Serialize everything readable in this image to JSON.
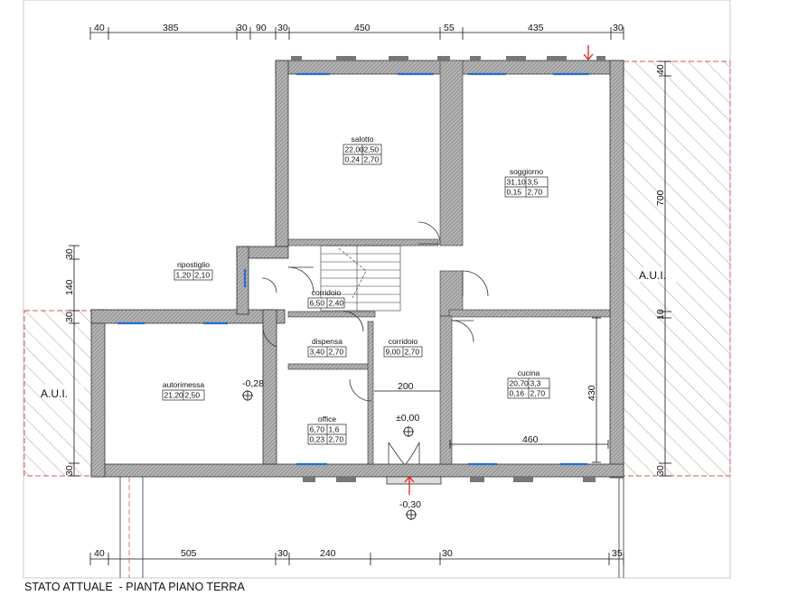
{
  "caption": "STATO ATTUALE  - PIANTA PIANO TERRA",
  "top_dimensions": [
    "40",
    "385",
    "30",
    "90",
    "30",
    "450",
    "55",
    "435",
    "30"
  ],
  "bottom_dimensions": [
    "40",
    "505",
    "30",
    "240",
    "30",
    "35"
  ],
  "left_dimensions": [
    "30",
    "140",
    "30",
    "30"
  ],
  "right_dimensions": [
    "40",
    "700",
    "10",
    "30"
  ],
  "interior_dimensions": {
    "corridor_width": "200",
    "kitchen_width": "460",
    "kitchen_depth": "430"
  },
  "rooms": [
    {
      "name": "salotto",
      "cells": [
        "22,00",
        "2,50",
        "0,24",
        "2,70"
      ]
    },
    {
      "name": "soggiorno",
      "cells": [
        "31,10",
        "3,5",
        "0,15",
        "2,70"
      ]
    },
    {
      "name": "ripostiglio",
      "cells": [
        "1,20",
        "2,10"
      ]
    },
    {
      "name": "corridoio",
      "cells": [
        "6,50",
        "2,40"
      ]
    },
    {
      "name": "dispensa",
      "cells": [
        "3,40",
        "2,70"
      ]
    },
    {
      "name": "corridoio",
      "cells": [
        "9,00",
        "2,70"
      ]
    },
    {
      "name": "autorimessa",
      "cells": [
        "21,20",
        "2,50"
      ]
    },
    {
      "name": "cucina",
      "cells": [
        "20,70",
        "3,3",
        "0,16",
        "2,70"
      ]
    },
    {
      "name": "office",
      "cells": [
        "6,70",
        "1,6",
        "0,23",
        "2,70"
      ]
    }
  ],
  "elevations": {
    "garage": "-0,28",
    "entrance": "±0,00",
    "outside": "-0,30"
  },
  "aui_left": "A.U.I.",
  "aui_right": "A.U.I.",
  "colors": {
    "wall": "#8a8a8a",
    "window": "#1f6fd1",
    "arrow": "#e02020",
    "hatch": "#9a9a9a",
    "line": "#111111"
  }
}
